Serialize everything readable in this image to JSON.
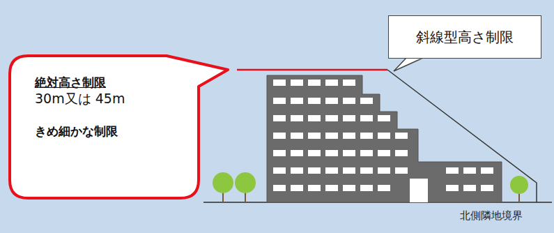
{
  "diagram": {
    "nodes": [
      {
        "text": [
          "絶対高さ制限",
          "30m又は 45m",
          "きめ細かな制限"
        ]
      },
      {
        "text": [
          "斜線型高さ制限"
        ]
      }
    ],
    "labels": [
      "北側隣地境界"
    ]
  }
}
